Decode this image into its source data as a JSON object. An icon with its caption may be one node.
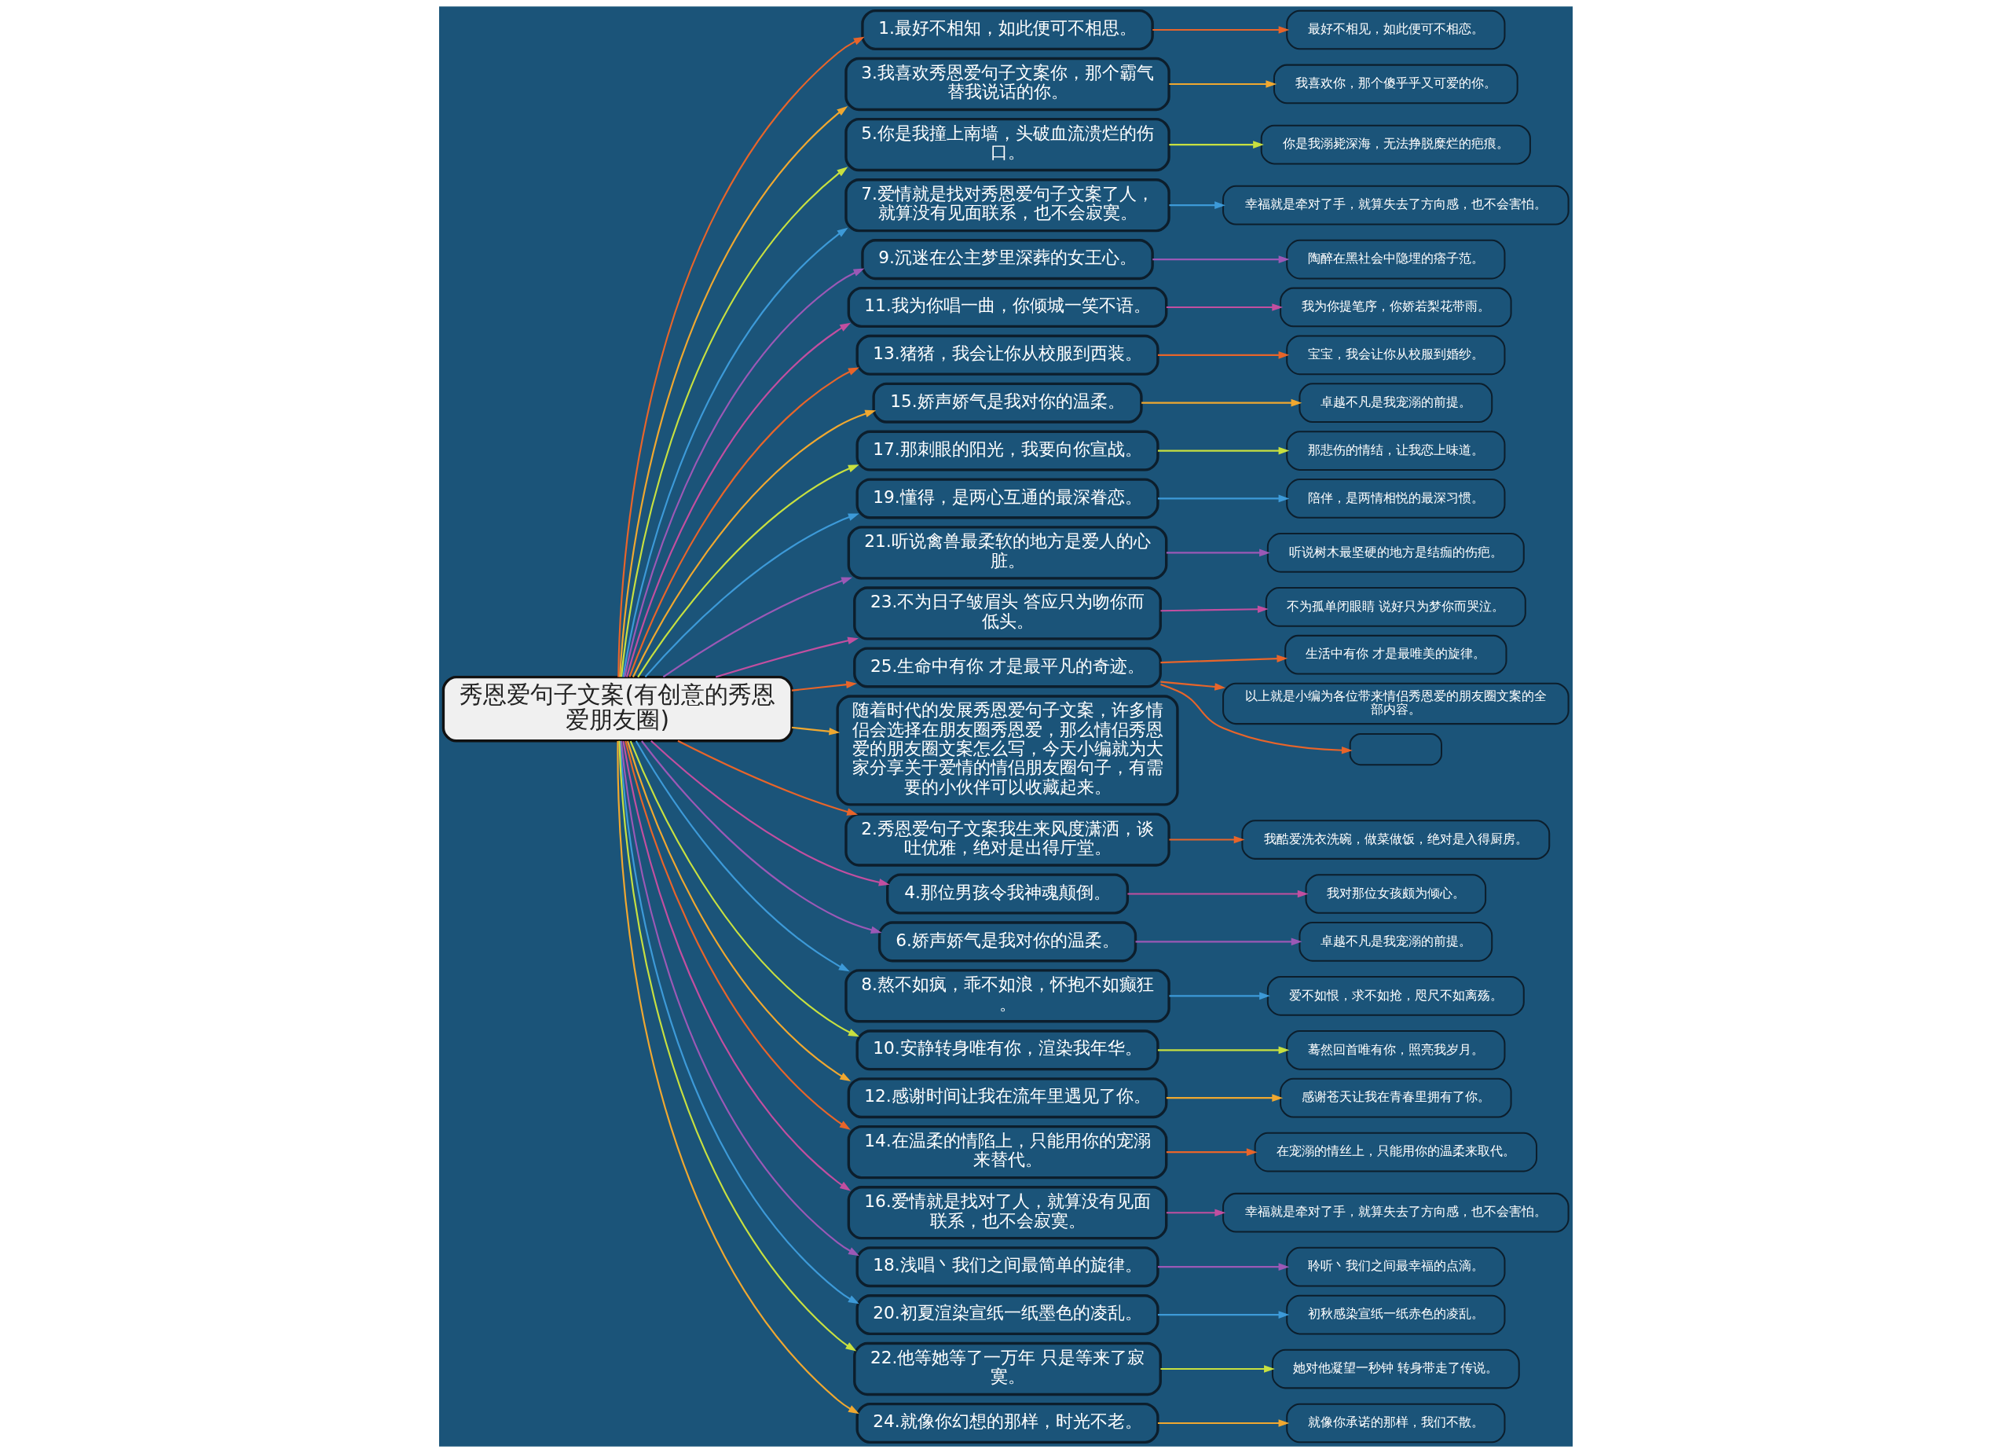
{
  "diagram": {
    "nodes": [
      {
        "text": [
          "秀恩爱句子文案(有创意的秀恩爱朋友圈)"
        ]
      },
      {
        "text": [
          "1.最好不相知，如此便可不相思。"
        ]
      },
      {
        "text": [
          "最好不相见，如此便可不相恋。"
        ]
      },
      {
        "text": [
          "3.我喜欢秀恩爱句子文案你，那个霸气替我说话的你。"
        ]
      },
      {
        "text": [
          "我喜欢你，那个傻乎乎又可爱的你。"
        ]
      },
      {
        "text": [
          "5.你是我撞上南墙，头破血流溃烂的伤口。"
        ]
      },
      {
        "text": [
          "你是我溺毙深海，无法挣脱糜烂的疤痕。"
        ]
      },
      {
        "text": [
          "7.爱情就是找对秀恩爱句子文案了人，就算没有见面联系，也不会寂寞。"
        ]
      },
      {
        "text": [
          "幸福就是牵对了手，就算失去了方向感，也不会害怕。"
        ]
      },
      {
        "text": [
          "9.沉迷在公主梦里深葬的女王心。"
        ]
      },
      {
        "text": [
          "陶醉在黑社会中隐埋的痞子范。"
        ]
      },
      {
        "text": [
          "11.我为你唱一曲，你倾城一笑不语。"
        ]
      },
      {
        "text": [
          "我为你提笔序，你娇若梨花带雨。"
        ]
      },
      {
        "text": [
          "13.猪猪，我会让你从校服到西装。"
        ]
      },
      {
        "text": [
          "宝宝，我会让你从校服到婚纱。"
        ]
      },
      {
        "text": [
          "15.娇声娇气是我对你的温柔。"
        ]
      },
      {
        "text": [
          "卓越不凡是我宠溺的前提。"
        ]
      },
      {
        "text": [
          "17.那刺眼的阳光，我要向你宣战。"
        ]
      },
      {
        "text": [
          "那悲伤的情结，让我恋上味道。"
        ]
      },
      {
        "text": [
          "19.懂得，是两心互通的最深眷恋。"
        ]
      },
      {
        "text": [
          "陪伴，是两情相悦的最深习惯。"
        ]
      },
      {
        "text": [
          "21.听说禽兽最柔软的地方是爱人的心脏。"
        ]
      },
      {
        "text": [
          "听说树木最坚硬的地方是结痂的伤疤。"
        ]
      },
      {
        "text": [
          "23.不为日子皱眉头 答应只为吻你而低头。"
        ]
      },
      {
        "text": [
          "不为孤单闭眼睛 说好只为梦你而哭泣。"
        ]
      },
      {
        "text": [
          "25.生命中有你 才是最平凡的奇迹。"
        ]
      },
      {
        "text": [
          "生活中有你 才是最唯美的旋律。"
        ]
      },
      {
        "text": [
          "以上就是小编为各位带来情侣秀恩爱的朋友圈文案的全部内容。"
        ]
      },
      {
        "text": [],
        "shape": "box"
      },
      {
        "text": [
          "随着时代的发展秀恩爱句子文案，许多情侣会选择在朋友圈秀恩爱，那么情侣秀恩爱的朋友圈文案怎么写，今天小编就为大家分享关于爱情的情侣朋友圈句子，有需要的小伙伴可以收藏起来。"
        ]
      },
      {
        "text": [
          "2.秀恩爱句子文案我生来风度潇洒，谈吐优雅，绝对是出得厅堂。"
        ]
      },
      {
        "text": [
          "我酷爱洗衣洗碗，做菜做饭，绝对是入得厨房。"
        ]
      },
      {
        "text": [
          "4.那位男孩令我神魂颠倒。"
        ]
      },
      {
        "text": [
          "我对那位女孩颇为倾心。"
        ]
      },
      {
        "text": [
          "6.娇声娇气是我对你的温柔。"
        ]
      },
      {
        "text": [
          "卓越不凡是我宠溺的前提。"
        ]
      },
      {
        "text": [
          "8.熬不如疯，乖不如浪，怀抱不如癫狂。"
        ]
      },
      {
        "text": [
          "爱不如恨，求不如抢，咫尺不如离殇。"
        ]
      },
      {
        "text": [
          "10.安静转身唯有你，渲染我年华。"
        ]
      },
      {
        "text": [
          "蓦然回首唯有你，照亮我岁月。"
        ]
      },
      {
        "text": [
          "12.感谢时间让我在流年里遇见了你。"
        ]
      },
      {
        "text": [
          "感谢苍天让我在青春里拥有了你。"
        ]
      },
      {
        "text": [
          "14.在温柔的情陷上，只能用你的宠溺来替代。"
        ]
      },
      {
        "text": [
          "在宠溺的情丝上，只能用你的温柔来取代。"
        ]
      },
      {
        "text": [
          "16.爱情就是找对了人，就算没有见面联系，也不会寂寞。"
        ]
      },
      {
        "text": [
          "幸福就是牵对了手，就算失去了方向感，也不会害怕。"
        ]
      },
      {
        "text": [
          "18.浅唱丶我们之间最简单的旋律。"
        ]
      },
      {
        "text": [
          "聆听丶我们之间最幸福的点滴。"
        ]
      },
      {
        "text": [
          "20.初夏渲染宣纸一纸墨色的凌乱。"
        ]
      },
      {
        "text": [
          "初秋感染宣纸一纸赤色的凌乱。"
        ]
      },
      {
        "text": [
          "22.他等她等了一万年 只是等来了寂寞。"
        ]
      },
      {
        "text": [
          "她对他凝望一秒钟 转身带走了传说。"
        ]
      },
      {
        "text": [
          "24.就像你幻想的那样，时光不老。"
        ]
      },
      {
        "text": [
          "就像你承诺的那样，我们不散。"
        ]
      }
    ],
    "edges": [
      {
        "from": 0,
        "to": 1,
        "arrow": "to",
        "color": "#e8652a"
      },
      {
        "from": 1,
        "to": 2,
        "arrow": "to",
        "color": "#e8652a"
      },
      {
        "from": 0,
        "to": 3,
        "arrow": "to",
        "color": "#f0a830"
      },
      {
        "from": 3,
        "to": 4,
        "arrow": "to",
        "color": "#f0a830"
      },
      {
        "from": 0,
        "to": 5,
        "arrow": "to",
        "color": "#c8e040"
      },
      {
        "from": 5,
        "to": 6,
        "arrow": "to",
        "color": "#c8e040"
      },
      {
        "from": 0,
        "to": 7,
        "arrow": "to",
        "color": "#3d9ad8"
      },
      {
        "from": 7,
        "to": 8,
        "arrow": "to",
        "color": "#3d9ad8"
      },
      {
        "from": 0,
        "to": 9,
        "arrow": "to",
        "color": "#9b59b6"
      },
      {
        "from": 9,
        "to": 10,
        "arrow": "to",
        "color": "#9b59b6"
      },
      {
        "from": 0,
        "to": 11,
        "arrow": "to",
        "color": "#c24fa0"
      },
      {
        "from": 11,
        "to": 12,
        "arrow": "to",
        "color": "#c24fa0"
      },
      {
        "from": 0,
        "to": 13,
        "arrow": "to",
        "color": "#e8652a"
      },
      {
        "from": 13,
        "to": 14,
        "arrow": "to",
        "color": "#e8652a"
      },
      {
        "from": 0,
        "to": 15,
        "arrow": "to",
        "color": "#f0a830"
      },
      {
        "from": 15,
        "to": 16,
        "arrow": "to",
        "color": "#f0a830"
      },
      {
        "from": 0,
        "to": 17,
        "arrow": "to",
        "color": "#c8e040"
      },
      {
        "from": 17,
        "to": 18,
        "arrow": "to",
        "color": "#c8e040"
      },
      {
        "from": 0,
        "to": 19,
        "arrow": "to",
        "color": "#3d9ad8"
      },
      {
        "from": 19,
        "to": 20,
        "arrow": "to",
        "color": "#3d9ad8"
      },
      {
        "from": 0,
        "to": 21,
        "arrow": "to",
        "color": "#9b59b6"
      },
      {
        "from": 21,
        "to": 22,
        "arrow": "to",
        "color": "#9b59b6"
      },
      {
        "from": 0,
        "to": 23,
        "arrow": "to",
        "color": "#c24fa0"
      },
      {
        "from": 23,
        "to": 24,
        "arrow": "to",
        "color": "#c24fa0"
      },
      {
        "from": 0,
        "to": 25,
        "arrow": "to",
        "color": "#e8652a"
      },
      {
        "from": 25,
        "to": 26,
        "arrow": "to",
        "color": "#e8652a"
      },
      {
        "from": 25,
        "to": 27,
        "arrow": "to",
        "color": "#e8652a"
      },
      {
        "from": 25,
        "to": 28,
        "arrow": "to",
        "color": "#e8652a"
      },
      {
        "from": 0,
        "to": 29,
        "arrow": "to",
        "color": "#f0a830"
      },
      {
        "from": 0,
        "to": 30,
        "arrow": "to",
        "color": "#e8652a"
      },
      {
        "from": 30,
        "to": 31,
        "arrow": "to",
        "color": "#e8652a"
      },
      {
        "from": 0,
        "to": 32,
        "arrow": "to",
        "color": "#c24fa0"
      },
      {
        "from": 32,
        "to": 33,
        "arrow": "to",
        "color": "#c24fa0"
      },
      {
        "from": 0,
        "to": 34,
        "arrow": "to",
        "color": "#9b59b6"
      },
      {
        "from": 34,
        "to": 35,
        "arrow": "to",
        "color": "#9b59b6"
      },
      {
        "from": 0,
        "to": 36,
        "arrow": "to",
        "color": "#3d9ad8"
      },
      {
        "from": 36,
        "to": 37,
        "arrow": "to",
        "color": "#3d9ad8"
      },
      {
        "from": 0,
        "to": 38,
        "arrow": "to",
        "color": "#c8e040"
      },
      {
        "from": 38,
        "to": 39,
        "arrow": "to",
        "color": "#c8e040"
      },
      {
        "from": 0,
        "to": 40,
        "arrow": "to",
        "color": "#f0a830"
      },
      {
        "from": 40,
        "to": 41,
        "arrow": "to",
        "color": "#f0a830"
      },
      {
        "from": 0,
        "to": 42,
        "arrow": "to",
        "color": "#e8652a"
      },
      {
        "from": 42,
        "to": 43,
        "arrow": "to",
        "color": "#e8652a"
      },
      {
        "from": 0,
        "to": 44,
        "arrow": "to",
        "color": "#c24fa0"
      },
      {
        "from": 44,
        "to": 45,
        "arrow": "to",
        "color": "#c24fa0"
      },
      {
        "from": 0,
        "to": 46,
        "arrow": "to",
        "color": "#9b59b6"
      },
      {
        "from": 46,
        "to": 47,
        "arrow": "to",
        "color": "#9b59b6"
      },
      {
        "from": 0,
        "to": 48,
        "arrow": "to",
        "color": "#3d9ad8"
      },
      {
        "from": 48,
        "to": 49,
        "arrow": "to",
        "color": "#3d9ad8"
      },
      {
        "from": 0,
        "to": 50,
        "arrow": "to",
        "color": "#c8e040"
      },
      {
        "from": 50,
        "to": 51,
        "arrow": "to",
        "color": "#c8e040"
      },
      {
        "from": 0,
        "to": 52,
        "arrow": "to",
        "color": "#f0a830"
      },
      {
        "from": 52,
        "to": 53,
        "arrow": "to",
        "color": "#f0a830"
      }
    ]
  }
}
